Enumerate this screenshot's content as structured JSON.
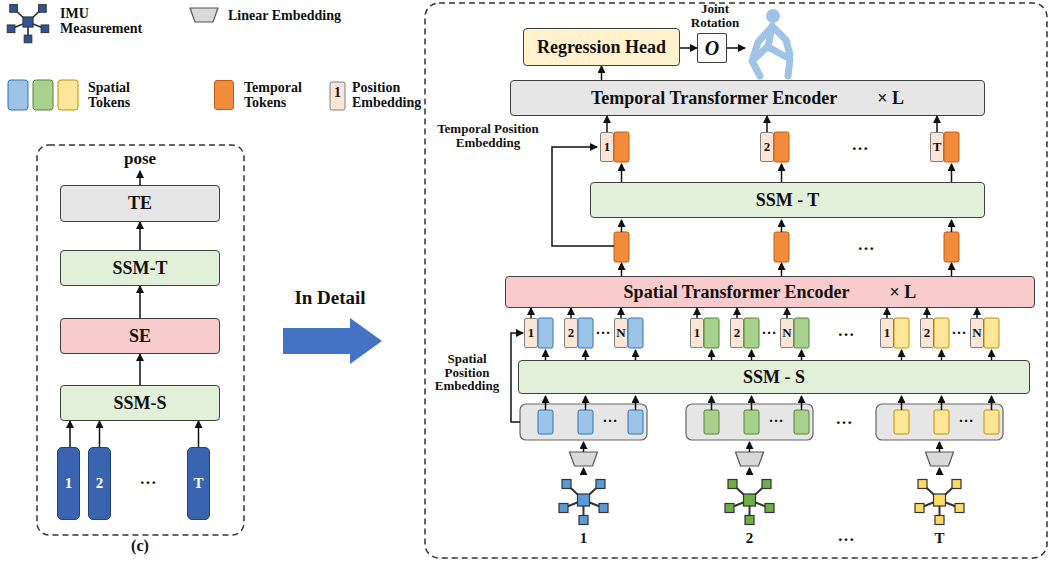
{
  "diagram": {
    "nodes": [
      {
        "text": [
          "TE"
        ]
      },
      {
        "text": [
          "SSM-T"
        ]
      },
      {
        "text": [
          "SE"
        ]
      },
      {
        "text": [
          "SSM-S"
        ]
      },
      {
        "text": [
          "1"
        ]
      },
      {
        "text": [
          "2"
        ]
      },
      {
        "text": [
          "T"
        ]
      },
      {
        "text": [
          "Regression Head"
        ]
      },
      {
        "text": [
          "O"
        ]
      },
      {
        "text": [
          "Temporal Transformer Encoder",
          "× L"
        ]
      },
      {
        "text": [
          "1"
        ]
      },
      {
        "text": [
          "2"
        ]
      },
      {
        "text": [
          "T"
        ]
      },
      {
        "text": [
          "SSM - T"
        ]
      },
      {
        "text": [
          "Spatial Transformer Encoder",
          "× L"
        ]
      },
      {
        "text": [
          "1"
        ]
      },
      {
        "text": [
          "2"
        ]
      },
      {
        "text": [
          "N"
        ]
      },
      {
        "text": [
          "1"
        ]
      },
      {
        "text": [
          "2"
        ]
      },
      {
        "text": [
          "N"
        ]
      },
      {
        "text": [
          "1"
        ]
      },
      {
        "text": [
          "2"
        ]
      },
      {
        "text": [
          "N"
        ]
      },
      {
        "text": [
          "SSM - S"
        ]
      }
    ],
    "edges": [
      {
        "from": 4,
        "to": 3,
        "arrow": "to"
      },
      {
        "from": 5,
        "to": 3,
        "arrow": "to"
      },
      {
        "from": 6,
        "to": 3,
        "arrow": "to"
      },
      {
        "from": 3,
        "to": 2,
        "arrow": "to"
      },
      {
        "from": 2,
        "to": 1,
        "arrow": "to"
      },
      {
        "from": 1,
        "to": 0,
        "arrow": "to"
      },
      {
        "from": 9,
        "to": 7,
        "arrow": "to"
      },
      {
        "from": 7,
        "to": 8,
        "arrow": "to"
      },
      {
        "from": 10,
        "to": 9,
        "arrow": "to"
      },
      {
        "from": 11,
        "to": 9,
        "arrow": "to"
      },
      {
        "from": 12,
        "to": 9,
        "arrow": "to"
      },
      {
        "from": 15,
        "to": 14,
        "arrow": "to"
      },
      {
        "from": 16,
        "to": 14,
        "arrow": "to"
      },
      {
        "from": 17,
        "to": 14,
        "arrow": "to"
      },
      {
        "from": 18,
        "to": 14,
        "arrow": "to"
      },
      {
        "from": 19,
        "to": 14,
        "arrow": "to"
      },
      {
        "from": 20,
        "to": 14,
        "arrow": "to"
      },
      {
        "from": 21,
        "to": 14,
        "arrow": "to"
      },
      {
        "from": 22,
        "to": 14,
        "arrow": "to"
      },
      {
        "from": 23,
        "to": 14,
        "arrow": "to"
      }
    ],
    "labels": [
      "pose",
      "…",
      "(c)",
      "In Detail",
      "Joint Rotation",
      "Temporal Position Embedding",
      "…",
      "…",
      "…",
      "…",
      "…",
      "…",
      "Spatial Position Embedding",
      "…",
      "…",
      "…",
      "…",
      "1",
      "2",
      "…",
      "T",
      "1"
    ],
    "legend": [
      {
        "text": "IMU Measurement"
      },
      {
        "text": "Linear Embedding"
      },
      {
        "text": "Spatial Tokens"
      },
      {
        "text": "Temporal Tokens",
        "color": "#f08c3c"
      },
      {
        "text": "Position Embedding"
      }
    ]
  }
}
